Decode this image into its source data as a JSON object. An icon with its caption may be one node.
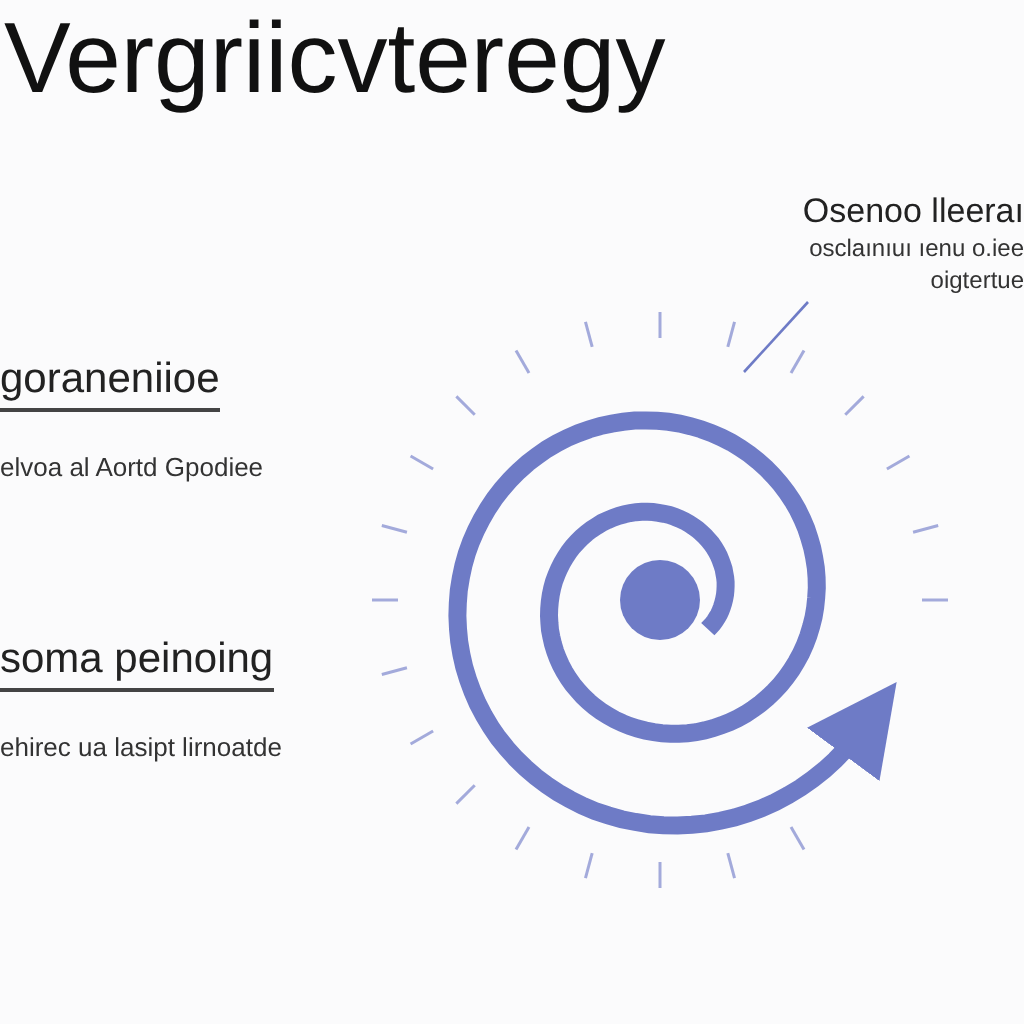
{
  "diagram": {
    "title": "Vergriicvteregy",
    "nodes": [
      {
        "text": [
          "Osenoo lleeraı",
          "osclaınıuı ıenu o.iee oigtertue"
        ]
      },
      {
        "text": [],
        "shape": "spiral"
      }
    ],
    "edges": [
      {
        "from": 0,
        "to": 1,
        "arrow": "none"
      }
    ],
    "labels": [
      "goraneniioe",
      "elvoa al Aortd Gpodiee",
      "soma peinoing",
      "ehirec ua lasipt lirnoatde"
    ]
  }
}
